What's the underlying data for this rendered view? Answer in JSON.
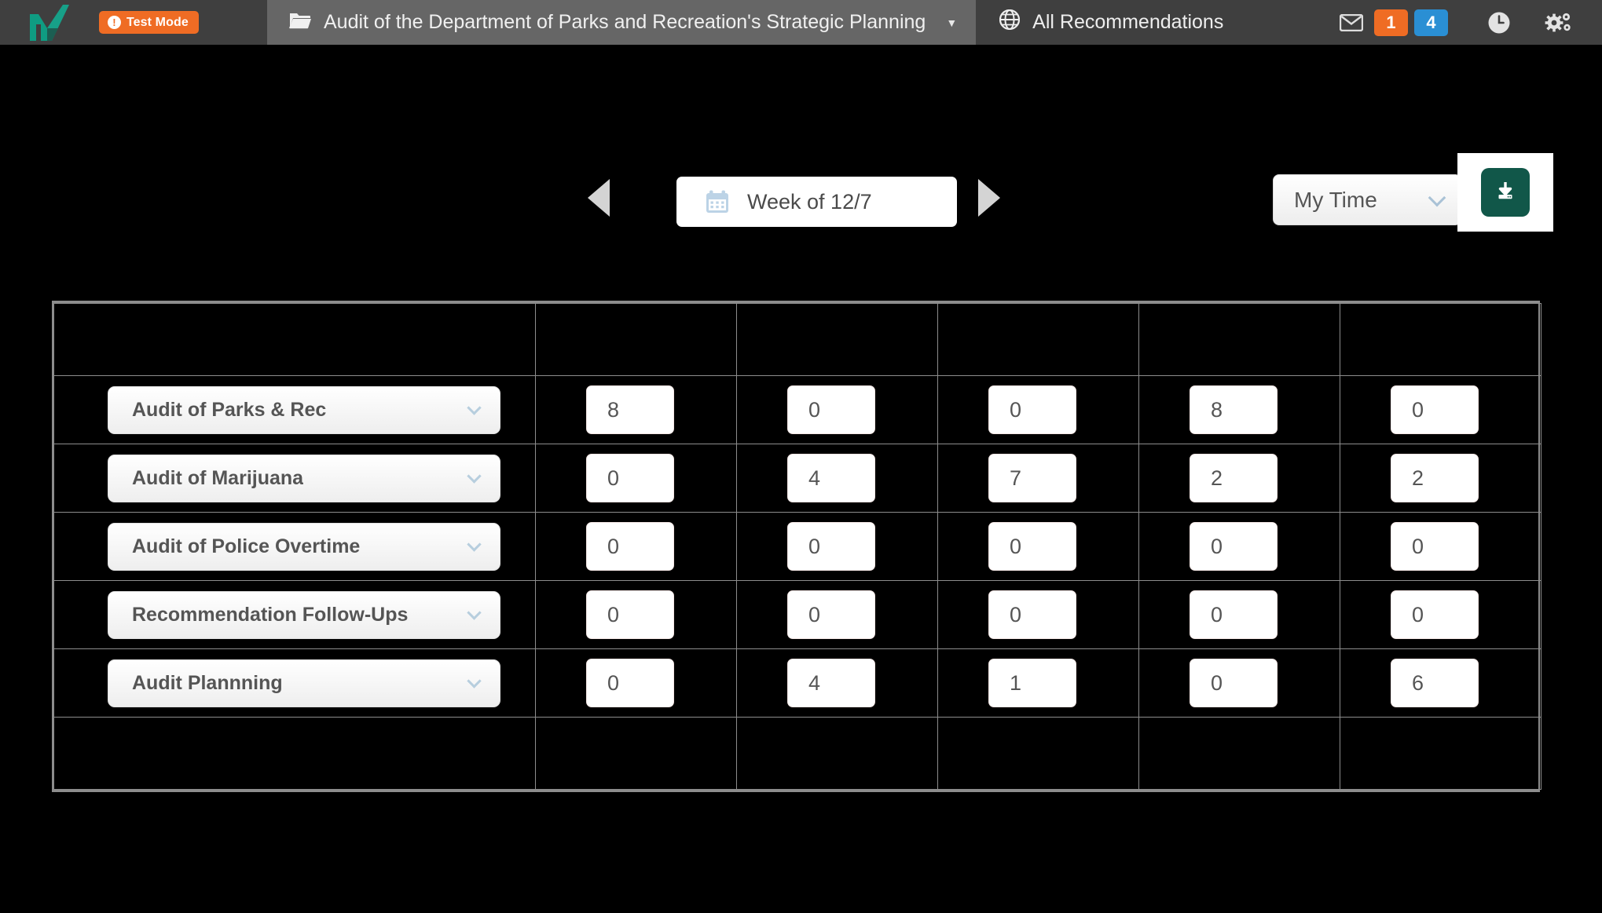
{
  "topbar": {
    "logo_icon": "checkmark-m-logo",
    "test_mode": {
      "label": "Test Mode",
      "icon": "exclamation-circle-icon",
      "color": "#ef6c24"
    },
    "active_tab": {
      "icon": "folder-open-icon",
      "label": "Audit of the Department of Parks and Recreation's Strategic Planning",
      "caret": "▼"
    },
    "nav": {
      "icon": "globe-icon",
      "label": "All Recommendations"
    },
    "mail_icon": "envelope-icon",
    "badges": [
      {
        "value": "1",
        "color": "#ef6c24"
      },
      {
        "value": "4",
        "color": "#2a8fd4"
      }
    ],
    "clock_icon": "clock-icon",
    "settings_icon": "cogs-icon"
  },
  "controls": {
    "prev_label": "previous-week",
    "next_label": "next-week",
    "calendar_icon": "calendar-icon",
    "date_label": "Week of 12/7",
    "view_select": {
      "value": "My Time",
      "chevron": "chevron-down-icon"
    },
    "download": {
      "icon": "download-icon",
      "color": "#115749"
    }
  },
  "timesheet": {
    "columns": [
      "",
      "",
      "",
      "",
      "",
      ""
    ],
    "rows": [
      {
        "task": "Audit of Parks & Rec",
        "values": [
          "8",
          "0",
          "0",
          "8",
          "0"
        ]
      },
      {
        "task": "Audit of Marijuana",
        "values": [
          "0",
          "4",
          "7",
          "2",
          "2"
        ]
      },
      {
        "task": "Audit of Police Overtime",
        "values": [
          "0",
          "0",
          "0",
          "0",
          "0"
        ]
      },
      {
        "task": "Recommendation Follow-Ups",
        "values": [
          "0",
          "0",
          "0",
          "0",
          "0"
        ]
      },
      {
        "task": "Audit Plannning",
        "values": [
          "0",
          "4",
          "1",
          "0",
          "6"
        ]
      }
    ]
  }
}
